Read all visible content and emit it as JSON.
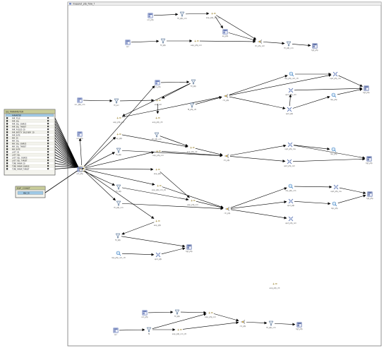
{
  "window": {
    "title": "mapplet_pfp_flow_f"
  },
  "source_panel": {
    "title": "SQ_PARAMETER",
    "header_row": "PARAMETER",
    "rows": [
      "PAR_FILE",
      "PAR_SQL",
      "PAR_SQL_SOURCE",
      "PAR_SQL_TARGET",
      "PAR_FAILED_ID",
      "PAR_ENTITY_DELIVERY_ID",
      "PAR_DATE",
      "MAX_ID",
      "MAX_SQL",
      "MAX_SQL_SOURCE",
      "MAX_SQL_TARGET",
      "MAX_DATE",
      "LAST_ID",
      "LAST_SQL",
      "LAST_SQL_SOURCE",
      "LAST_SQL_TARGET",
      "TIME_PARAM_ID",
      "TIME_PARAM_SOURCE",
      "TIME_PARAM_TARGET"
    ]
  },
  "small_panel": {
    "title": "EXP_CONST",
    "row": "NEW_ID"
  },
  "colors": {
    "panel_header": "#c8cc9a",
    "panel_highlight": "#9fc9e6",
    "edge": "#000000",
    "source_icon": "#5a6fb0",
    "filter_icon": "#3a5a80",
    "expression_icon": "#a08a3a",
    "router_icon": "#6a6a6a",
    "lookup_icon": "#3a7ec0",
    "update_icon": "#3050a0",
    "target_icon": "#4a5e9c"
  },
  "diagram": {
    "nodes": [
      {
        "id": "a1",
        "icon": "source",
        "label": "src_pfp"
      },
      {
        "id": "a2",
        "icon": "filter",
        "label": "fil_pfp_nm"
      },
      {
        "id": "a3",
        "icon": "expression",
        "label": "exp_pfp_nm_ctl"
      },
      {
        "id": "a4",
        "icon": "source",
        "label": "sq_pfp"
      },
      {
        "id": "a5",
        "icon": "router",
        "label": "rtr_pfp_nm"
      },
      {
        "id": "b1",
        "icon": "source",
        "label": "src"
      },
      {
        "id": "b2",
        "icon": "filter",
        "label": "fil_pfp"
      },
      {
        "id": "b3",
        "icon": "expression",
        "label": "exp_pfp_nm"
      },
      {
        "id": "b4",
        "icon": "filter",
        "label": "fil_pfp_nm"
      },
      {
        "id": "b5",
        "icon": "target",
        "label": "tgt_pfp"
      },
      {
        "id": "c0",
        "icon": "source",
        "label": "src_pfp_nm"
      },
      {
        "id": "c1",
        "icon": "filter",
        "label": "fil_src"
      },
      {
        "id": "c2",
        "icon": "source",
        "label": "src_pfp"
      },
      {
        "id": "c3",
        "icon": "filter",
        "label": "fil_pfp"
      },
      {
        "id": "c4",
        "icon": "expression",
        "label": "exp_nm"
      },
      {
        "id": "c5",
        "icon": "expression",
        "label": "exp_pfp_nm"
      },
      {
        "id": "c6",
        "icon": "router",
        "label": "rtr_pfp"
      },
      {
        "id": "c7",
        "icon": "lookup",
        "label": "lkp_pfp_nm_ctl"
      },
      {
        "id": "c8",
        "icon": "update",
        "label": "upd_pfp_ins"
      },
      {
        "id": "c9",
        "icon": "lookup",
        "label": "lkp_pfp"
      },
      {
        "id": "c10",
        "icon": "update",
        "label": "upd_pfp"
      },
      {
        "id": "c11",
        "icon": "update",
        "label": "upd_pfp_nm"
      },
      {
        "id": "c12",
        "icon": "target",
        "label": "tgt_pfp"
      },
      {
        "id": "c13",
        "icon": "filter",
        "label": "fil_pfp_ctl"
      },
      {
        "id": "d0",
        "icon": "source",
        "label": "src_pfp"
      },
      {
        "id": "d1",
        "icon": "expression",
        "label": "exp_pfp"
      },
      {
        "id": "d2",
        "icon": "filter",
        "label": "fil_pfp_nm"
      },
      {
        "id": "d3",
        "icon": "expression",
        "label": "exp_pfp_ctl"
      },
      {
        "id": "d4",
        "icon": "filter",
        "label": "fil_pfp"
      },
      {
        "id": "d5",
        "icon": "expression",
        "label": "exp_pfp_nm"
      },
      {
        "id": "d6",
        "icon": "router",
        "label": "rtr_pfp"
      },
      {
        "id": "d7",
        "icon": "update",
        "label": "upd_pfp_ins"
      },
      {
        "id": "d8",
        "icon": "lookup",
        "label": "lkp_pfp"
      },
      {
        "id": "d9",
        "icon": "update",
        "label": "upd_pfp_nm"
      },
      {
        "id": "d10",
        "icon": "target",
        "label": "tgt_pfp"
      },
      {
        "id": "m0",
        "icon": "expression",
        "label": "exp_pfp_ctl"
      },
      {
        "id": "e0",
        "icon": "source",
        "label": "src_pfp"
      },
      {
        "id": "e1",
        "icon": "expression",
        "label": "exp_pfp"
      },
      {
        "id": "e2",
        "icon": "filter",
        "label": "fil_pfp"
      },
      {
        "id": "e3",
        "icon": "expression",
        "label": "exp_pfp_nm"
      },
      {
        "id": "e4",
        "icon": "filter",
        "label": "fil_pfp_nm"
      },
      {
        "id": "e5",
        "icon": "expression",
        "label": "exp_pfp_nm_ctl"
      },
      {
        "id": "e6",
        "icon": "router",
        "label": "rtr_pfp"
      },
      {
        "id": "e7",
        "icon": "lookup",
        "label": "lkp_pfp_nm"
      },
      {
        "id": "e8",
        "icon": "update",
        "label": "upd_pfp_ins"
      },
      {
        "id": "e9",
        "icon": "update",
        "label": "upd_pfp"
      },
      {
        "id": "e10",
        "icon": "lookup",
        "label": "lkp_pfp"
      },
      {
        "id": "e11",
        "icon": "update",
        "label": "upd_pfp_nm"
      },
      {
        "id": "e12",
        "icon": "target",
        "label": "tgt_pfp"
      },
      {
        "id": "f0",
        "icon": "expression",
        "label": "exp_pfp"
      },
      {
        "id": "f1",
        "icon": "filter",
        "label": "fil_pfp"
      },
      {
        "id": "f2",
        "icon": "lookup",
        "label": "lkp_pfp_nm_ctl"
      },
      {
        "id": "f3",
        "icon": "update",
        "label": "upd_pfp"
      },
      {
        "id": "f4",
        "icon": "target",
        "label": "tgt_pfp"
      },
      {
        "id": "g0",
        "icon": "expression",
        "label": "exp_pfp_ctl"
      },
      {
        "id": "h1",
        "icon": "source",
        "label": "src_pfp"
      },
      {
        "id": "h2",
        "icon": "filter",
        "label": "fil_pfp"
      },
      {
        "id": "h3",
        "icon": "expression",
        "label": "exp_pfp_nm"
      },
      {
        "id": "h4",
        "icon": "source",
        "label": "src"
      },
      {
        "id": "h5",
        "icon": "filter",
        "label": "fil"
      },
      {
        "id": "h6",
        "icon": "expression",
        "label": "exp_pfp_nm_ctl"
      },
      {
        "id": "h7",
        "icon": "router",
        "label": "rtr_pfp"
      },
      {
        "id": "h8",
        "icon": "filter",
        "label": "fil_pfp_nm"
      },
      {
        "id": "h9",
        "icon": "target",
        "label": "tgt_pfp"
      }
    ],
    "edges": [
      [
        "a1",
        "a2"
      ],
      [
        "a2",
        "a3"
      ],
      [
        "a3",
        "a5"
      ],
      [
        "a4",
        "a5"
      ],
      [
        "a3",
        "a4"
      ],
      [
        "b1",
        "b2"
      ],
      [
        "b2",
        "b3"
      ],
      [
        "b3",
        "a5"
      ],
      [
        "a5",
        "b4"
      ],
      [
        "b4",
        "b5"
      ],
      [
        "c0",
        "c1"
      ],
      [
        "c1",
        "c4"
      ],
      [
        "c4",
        "m0"
      ],
      [
        "c2",
        "c3"
      ],
      [
        "c3",
        "c4"
      ],
      [
        "c3",
        "c5"
      ],
      [
        "c13",
        "c6"
      ],
      [
        "c5",
        "c6"
      ],
      [
        "c6",
        "c7"
      ],
      [
        "c6",
        "c8"
      ],
      [
        "c6",
        "c10"
      ],
      [
        "c7",
        "c8"
      ],
      [
        "c8",
        "c12"
      ],
      [
        "c9",
        "c12"
      ],
      [
        "c10",
        "c9"
      ],
      [
        "c10",
        "c11"
      ],
      [
        "c11",
        "c12"
      ],
      [
        "d1",
        "d3"
      ],
      [
        "d2",
        "d3"
      ],
      [
        "d3",
        "d6"
      ],
      [
        "d4",
        "d6"
      ],
      [
        "d5",
        "d6"
      ],
      [
        "d6",
        "d7"
      ],
      [
        "d6",
        "d9"
      ],
      [
        "d7",
        "d8"
      ],
      [
        "d7",
        "d10"
      ],
      [
        "d9",
        "d10"
      ],
      [
        "e0",
        "e2"
      ],
      [
        "e1",
        "e3"
      ],
      [
        "e2",
        "e3"
      ],
      [
        "e3",
        "e6"
      ],
      [
        "e4",
        "e6"
      ],
      [
        "e5",
        "e6"
      ],
      [
        "e6",
        "e7"
      ],
      [
        "e6",
        "e9"
      ],
      [
        "e6",
        "e11"
      ],
      [
        "e7",
        "e8"
      ],
      [
        "e8",
        "e12"
      ],
      [
        "e10",
        "e12"
      ],
      [
        "e9",
        "e10"
      ],
      [
        "f0",
        "f1"
      ],
      [
        "f1",
        "f4"
      ],
      [
        "f2",
        "f3"
      ],
      [
        "f3",
        "f4"
      ],
      [
        "h1",
        "h2"
      ],
      [
        "h2",
        "h3"
      ],
      [
        "h3",
        "h7"
      ],
      [
        "h4",
        "h5"
      ],
      [
        "h5",
        "h6"
      ],
      [
        "h6",
        "h7"
      ],
      [
        "h7",
        "h8"
      ],
      [
        "h8",
        "h9"
      ],
      [
        "h5",
        "h3"
      ]
    ],
    "hub_edges": [
      "c2",
      "d0",
      "d1",
      "d4",
      "d5",
      "e0",
      "e1",
      "e4",
      "e5",
      "f0"
    ]
  }
}
